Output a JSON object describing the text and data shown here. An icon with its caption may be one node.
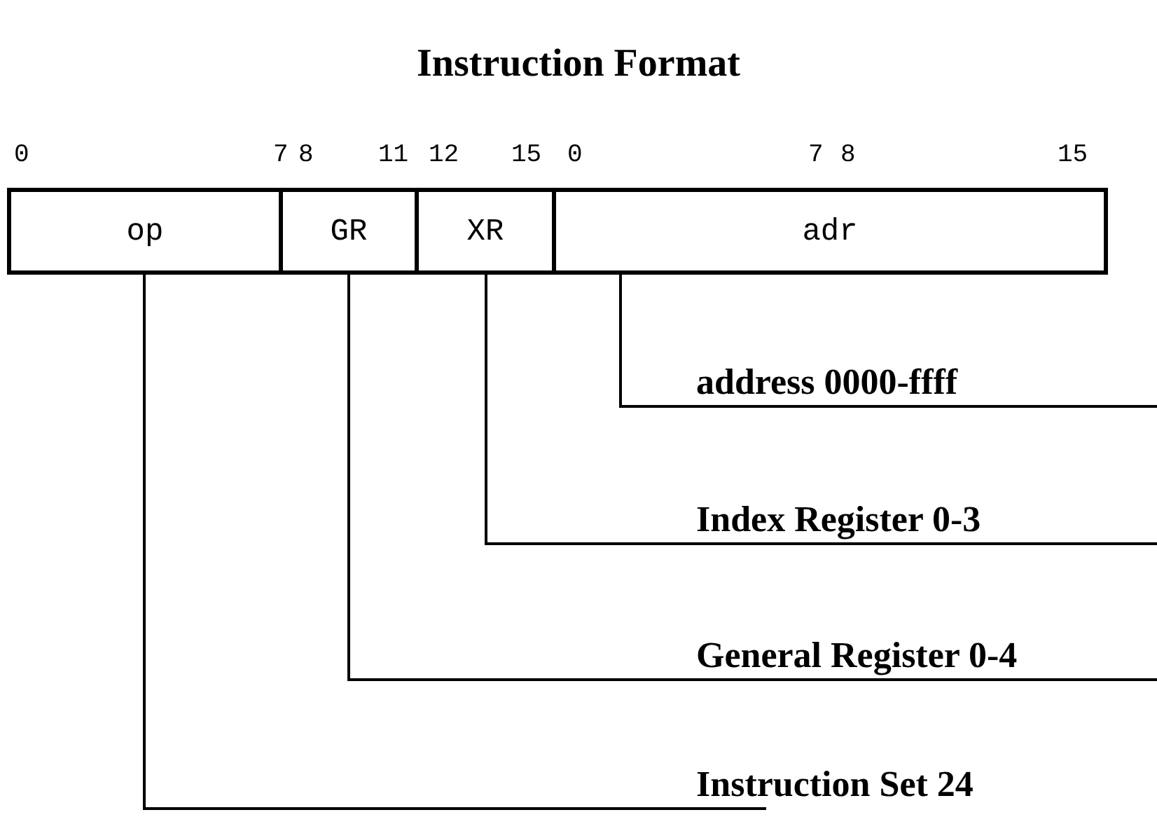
{
  "diagram": {
    "title": "Instruction Format",
    "nodes": [
      {
        "text": [
          "op"
        ]
      },
      {
        "text": [
          "GR"
        ]
      },
      {
        "text": [
          "XR"
        ]
      },
      {
        "text": [
          "adr"
        ]
      },
      {
        "text": [
          "address 0000-ffff"
        ]
      },
      {
        "text": [
          "Index Register 0-3"
        ]
      },
      {
        "text": [
          "General Register 0-4"
        ]
      },
      {
        "text": [
          "Instruction Set 24"
        ]
      }
    ],
    "edges": [
      {
        "from": 4,
        "to": 3,
        "arrow": "none"
      },
      {
        "from": 5,
        "to": 2,
        "arrow": "none"
      },
      {
        "from": 6,
        "to": 1,
        "arrow": "none"
      },
      {
        "from": 7,
        "to": 0,
        "arrow": "none"
      }
    ],
    "labels": [
      "0",
      "7",
      "8",
      "11",
      "12",
      "15",
      "0",
      "7",
      "8",
      "15"
    ]
  }
}
